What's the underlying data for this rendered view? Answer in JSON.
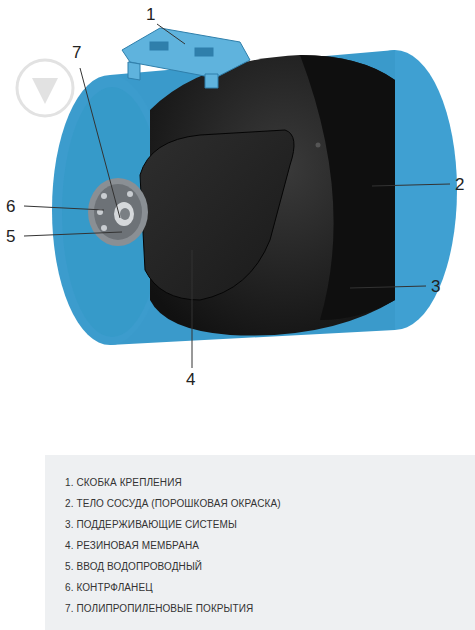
{
  "diagram": {
    "nodes": [
      {
        "text": [
          "1. СКОБКА КРЕПЛЕНИЯ",
          "2. ТЕЛО СОСУДА (ПОРОШКОВАЯ ОКРАСКА)",
          "3. ПОДДЕРЖИВАЮЩИЕ СИСТЕМЫ",
          "4. РЕЗИНОВАЯ МЕМБРАНА",
          "5. ВВОД ВОДОПРОВОДНЫЙ",
          "6. КОНТРФЛАНЕЦ",
          "7. ПОЛИПРОПИЛЕНОВЫЕ ПОКРЫТИЯ"
        ]
      }
    ],
    "labels": [
      "1",
      "2",
      "3",
      "4",
      "5",
      "6",
      "7"
    ]
  }
}
